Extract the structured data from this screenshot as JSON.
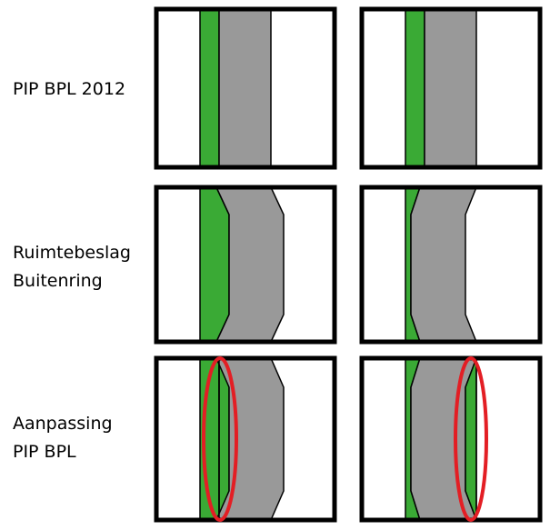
{
  "rows": [
    {
      "label": "PIP BPL 2012"
    },
    {
      "label": "Ruimtebeslag\nBuitenring"
    },
    {
      "label": "Aanpassing\nPIP BPL"
    }
  ],
  "colors": {
    "green": "#3aaa35",
    "gray": "#999999",
    "outline": "#000000",
    "highlight": "#e31e24",
    "background": "#ffffff"
  }
}
